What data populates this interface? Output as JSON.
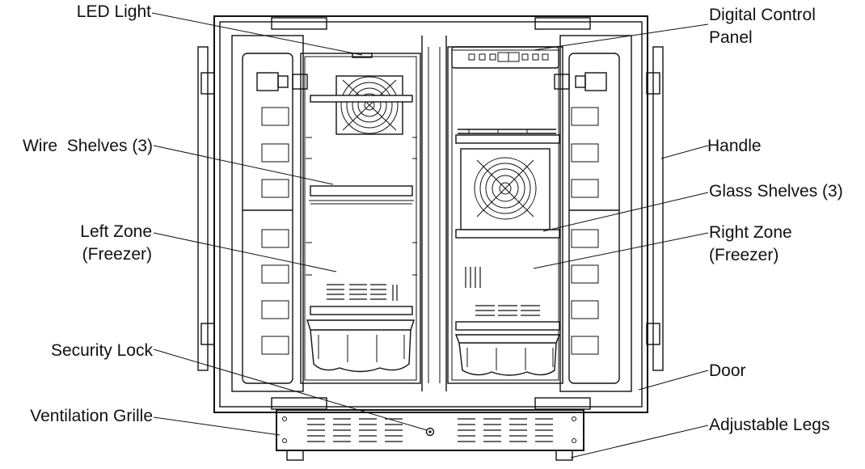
{
  "labels": {
    "led_light": "LED Light",
    "digital_control_panel_1": "Digital Control",
    "digital_control_panel_2": "Panel",
    "wire_shelves": "Wire  Shelves (3)",
    "handle": "Handle",
    "glass_shelves": "Glass Shelves (3)",
    "left_zone_1": "Left Zone",
    "left_zone_2": "(Freezer)",
    "right_zone_1": "Right Zone",
    "right_zone_2": "(Freezer)",
    "security_lock": "Security Lock",
    "door": "Door",
    "ventilation_grille": "Ventilation Grille",
    "adjustable_legs": "Adjustable Legs"
  }
}
